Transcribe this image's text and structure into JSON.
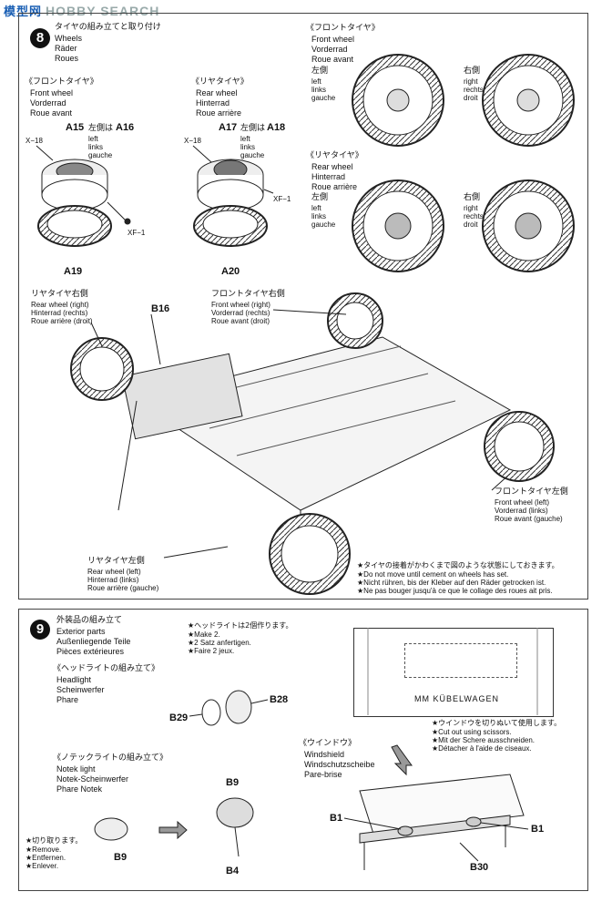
{
  "watermark": {
    "logo": "模型网",
    "text": "HOBBY SEARCH"
  },
  "step8": {
    "number": "8",
    "title_jp": "タイヤの組み立てと取り付け",
    "title_lines": [
      "Wheels",
      "Räder",
      "Roues"
    ],
    "front_tyre": {
      "jp": "《フロントタイヤ》",
      "lines": [
        "Front wheel",
        "Vorderrad",
        "Roue avant"
      ]
    },
    "rear_tyre": {
      "jp": "《リヤタイヤ》",
      "lines": [
        "Rear wheel",
        "Hinterrad",
        "Roue arrière"
      ]
    },
    "front_parts": {
      "a15": "A15",
      "left_jp": "左側は",
      "a16": "A16",
      "left_lines": [
        "left",
        "links",
        "gauche"
      ],
      "x18": "X−18",
      "xf1": "XF−1",
      "a19": "A19"
    },
    "rear_parts": {
      "a17": "A17",
      "left_jp": "左側は",
      "a18": "A18",
      "left_lines": [
        "left",
        "links",
        "gauche"
      ],
      "x18": "X−18",
      "xf1": "XF−1",
      "a20": "A20"
    },
    "right_front": {
      "jp": "《フロントタイヤ》",
      "lines": [
        "Front wheel",
        "Vorderrad",
        "Roue avant"
      ],
      "left_jp": "左側",
      "left_lines": [
        "left",
        "links",
        "gauche"
      ],
      "right_jp": "右側",
      "right_lines": [
        "right",
        "rechts",
        "droit"
      ]
    },
    "right_rear": {
      "jp": "《リヤタイヤ》",
      "lines": [
        "Rear wheel",
        "Hinterrad",
        "Roue arrière"
      ],
      "left_jp": "左側",
      "left_lines": [
        "left",
        "links",
        "gauche"
      ],
      "right_jp": "右側",
      "right_lines": [
        "right",
        "rechts",
        "droit"
      ]
    },
    "callout_rear_right": {
      "jp": "リヤタイヤ右側",
      "lines": [
        "Rear wheel (right)",
        "Hinterrad (rechts)",
        "Roue arrière (droit)"
      ]
    },
    "callout_front_right": {
      "jp": "フロントタイヤ右側",
      "lines": [
        "Front wheel (right)",
        "Vorderrad (rechts)",
        "Roue avant (droit)"
      ]
    },
    "callout_front_left": {
      "jp": "フロントタイヤ左側",
      "lines": [
        "Front wheel (left)",
        "Vorderrad (links)",
        "Roue avant (gauche)"
      ]
    },
    "callout_rear_left": {
      "jp": "リヤタイヤ左側",
      "lines": [
        "Rear wheel (left)",
        "Hinterrad (links)",
        "Roue arrière (gauche)"
      ]
    },
    "b16": "B16",
    "note": {
      "jp": "★タイヤの接着がかわくまで図のような状態にしておきます。",
      "lines": [
        "★Do not move until cement on wheels has set.",
        "★Nicht rühren, bis der Kleber auf den Räder getrocken ist.",
        "★Ne pas bouger jusqu'à ce que le collage des roues ait pris."
      ]
    }
  },
  "step9": {
    "number": "9",
    "title_jp": "外装品の組み立て",
    "title_lines": [
      "Exterior parts",
      "Außenliegende Teile",
      "Pièces extérieures"
    ],
    "headlight": {
      "jp": "《ヘッドライトの組み立て》",
      "lines": [
        "Headlight",
        "Scheinwerfer",
        "Phare"
      ],
      "b28": "B28",
      "b29": "B29"
    },
    "make2": {
      "jp": "★ヘッドライトは2個作ります。",
      "lines": [
        "★Make 2.",
        "★2 Satz anfertigen.",
        "★Faire 2 jeux."
      ]
    },
    "notek": {
      "jp": "《ノテックライトの組み立て》",
      "lines": [
        "Notek light",
        "Notek-Scheinwerfer",
        "Phare Notek"
      ],
      "b9a": "B9",
      "b9b": "B9",
      "b4": "B4"
    },
    "remove": {
      "jp": "★切り取ります。",
      "lines": [
        "★Remove.",
        "★Entfernen.",
        "★Enlever."
      ]
    },
    "plate": {
      "text": "MM KÜBELWAGEN"
    },
    "cut": {
      "jp": "★ウインドウを切りぬいて使用します。",
      "lines": [
        "★Cut out using scissors.",
        "★Mit der Schere ausschneiden.",
        "★Détacher à l'aide de ciseaux."
      ]
    },
    "windshield": {
      "jp": "《ウインドウ》",
      "lines": [
        "Windshield",
        "Windschutzscheibe",
        "Pare-brise"
      ],
      "b1a": "B1",
      "b1b": "B1",
      "b30": "B30"
    }
  }
}
